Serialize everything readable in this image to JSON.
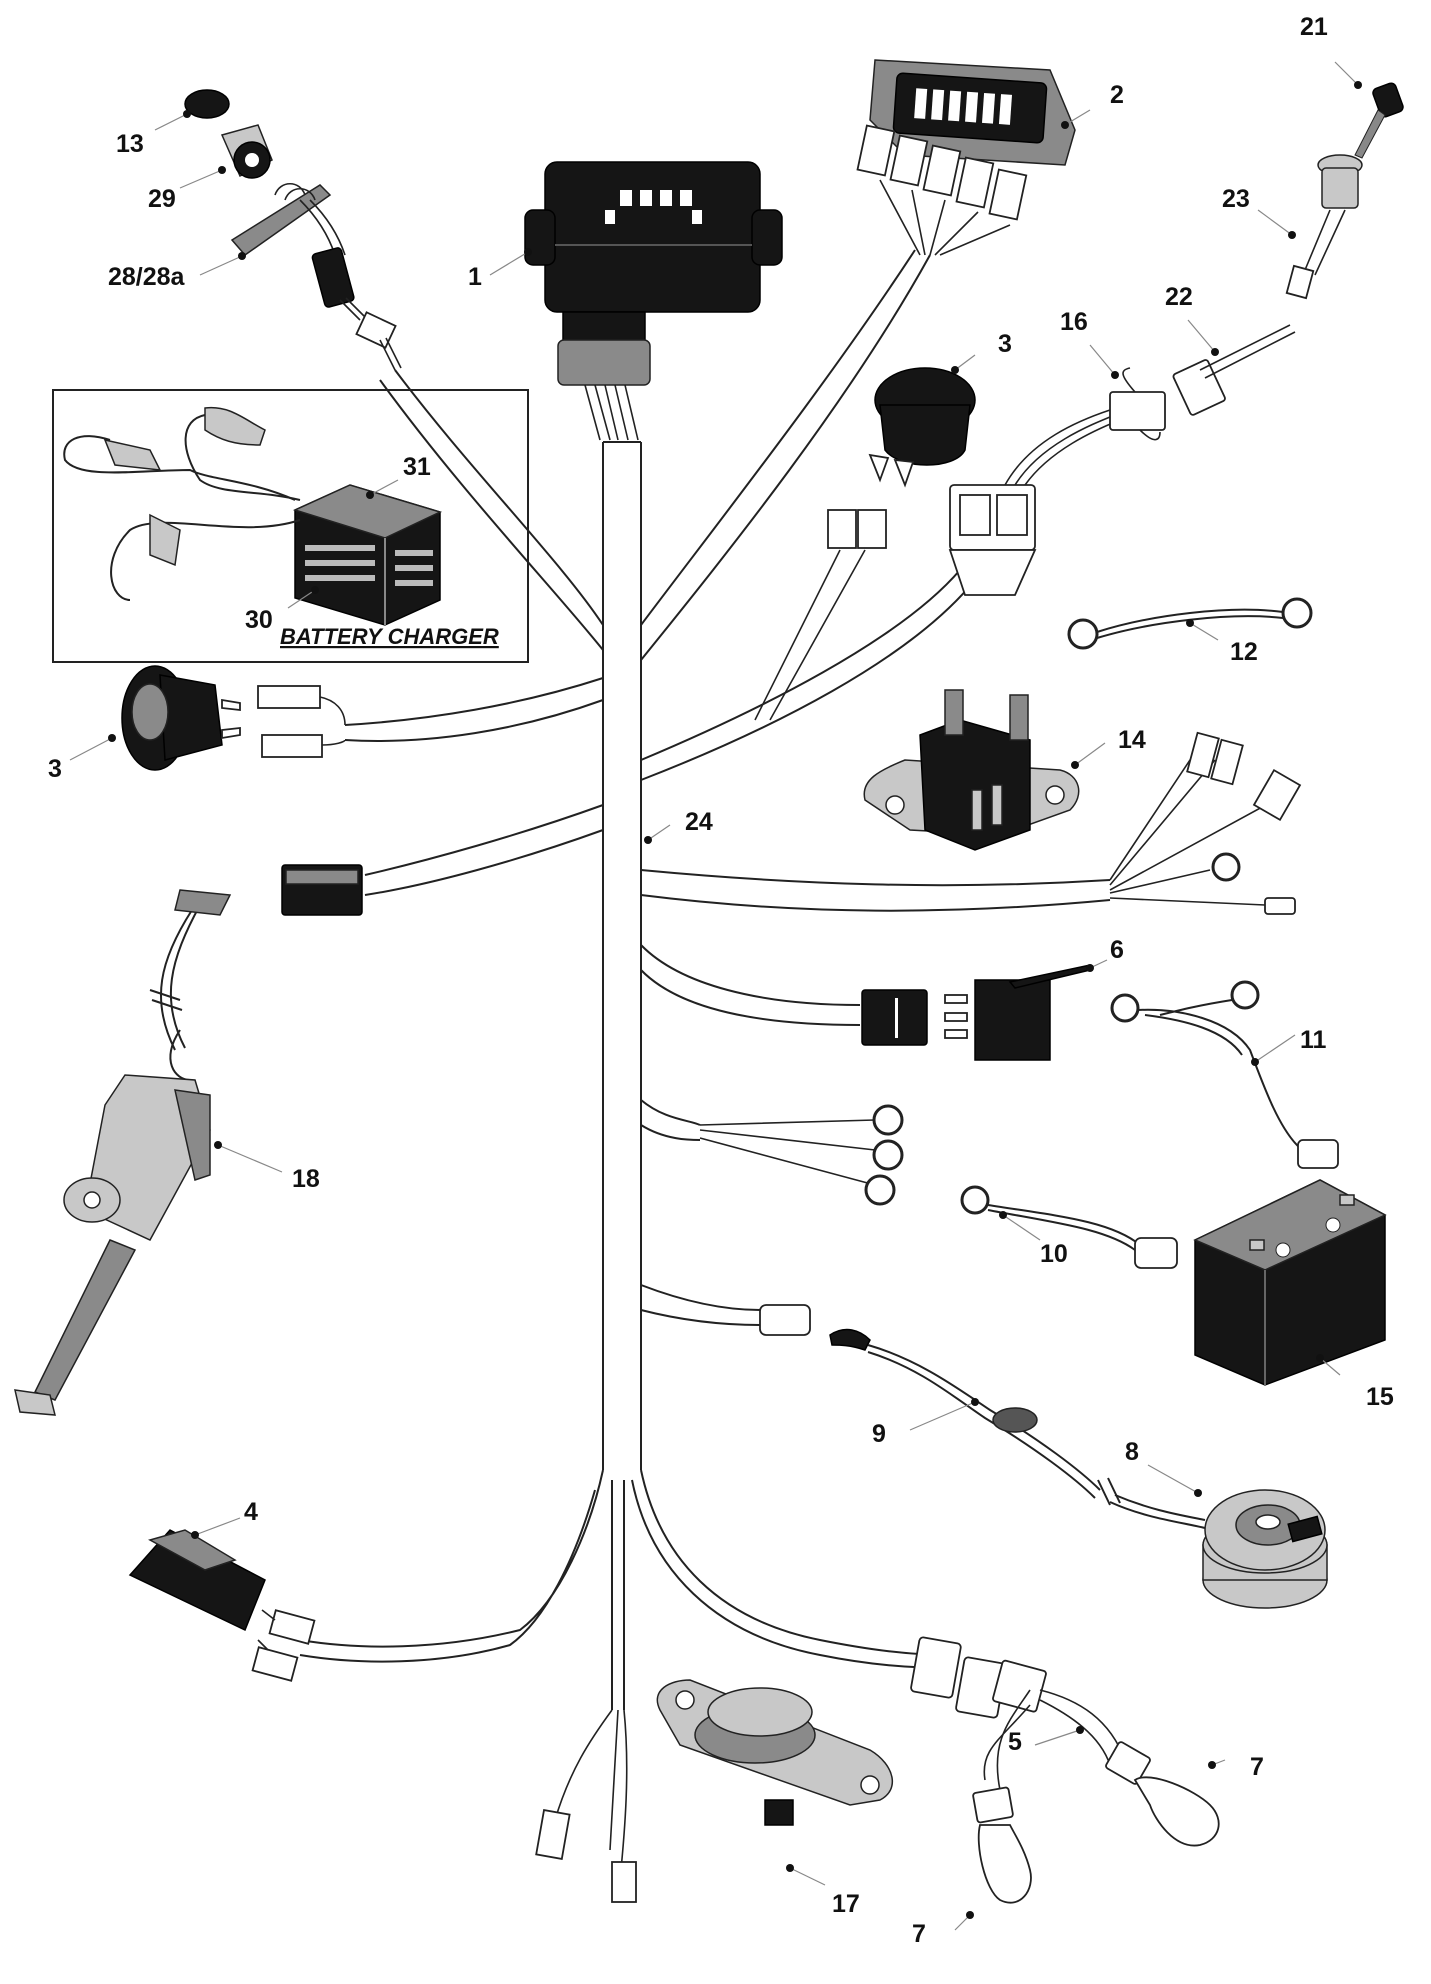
{
  "diagram": {
    "charger_box_title": "BATTERY CHARGER",
    "callouts": [
      {
        "id": "c1",
        "text": "1"
      },
      {
        "id": "c2",
        "text": "2"
      },
      {
        "id": "c3a",
        "text": "3"
      },
      {
        "id": "c3b",
        "text": "3"
      },
      {
        "id": "c4",
        "text": "4"
      },
      {
        "id": "c5",
        "text": "5"
      },
      {
        "id": "c6",
        "text": "6"
      },
      {
        "id": "c7a",
        "text": "7"
      },
      {
        "id": "c7b",
        "text": "7"
      },
      {
        "id": "c8",
        "text": "8"
      },
      {
        "id": "c9",
        "text": "9"
      },
      {
        "id": "c10",
        "text": "10"
      },
      {
        "id": "c11",
        "text": "11"
      },
      {
        "id": "c12",
        "text": "12"
      },
      {
        "id": "c13",
        "text": "13"
      },
      {
        "id": "c14",
        "text": "14"
      },
      {
        "id": "c15",
        "text": "15"
      },
      {
        "id": "c16",
        "text": "16"
      },
      {
        "id": "c17",
        "text": "17"
      },
      {
        "id": "c18",
        "text": "18"
      },
      {
        "id": "c21",
        "text": "21"
      },
      {
        "id": "c22",
        "text": "22"
      },
      {
        "id": "c23",
        "text": "23"
      },
      {
        "id": "c24",
        "text": "24"
      },
      {
        "id": "c28",
        "text": "28/28a"
      },
      {
        "id": "c29",
        "text": "29"
      },
      {
        "id": "c30",
        "text": "30"
      },
      {
        "id": "c31",
        "text": "31"
      }
    ]
  }
}
